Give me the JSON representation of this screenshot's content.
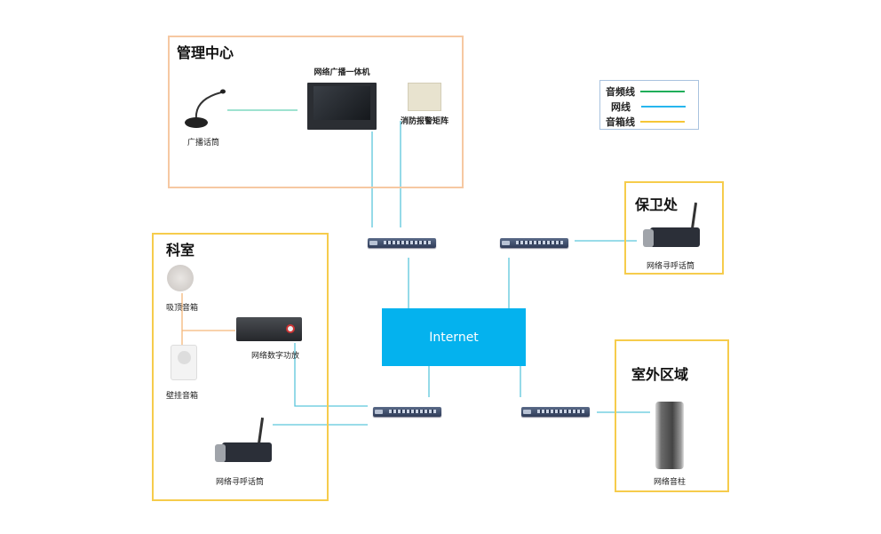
{
  "zones": {
    "management": {
      "title": "管理中心"
    },
    "department": {
      "title": "科室"
    },
    "security": {
      "title": "保卫处"
    },
    "outdoor": {
      "title": "室外区域"
    }
  },
  "devices": {
    "broadcast_mic": "广播话筒",
    "broadcast_host": "网络广播一体机",
    "fire_alarm_matrix": "消防报警矩阵",
    "ceiling_speaker": "吸顶音箱",
    "wall_speaker": "壁挂音箱",
    "digital_amplifier": "网络数字功放",
    "paging_mic_department": "网络寻呼话筒",
    "paging_mic_security": "网络寻呼话筒",
    "column_speaker": "网络音柱"
  },
  "internet": {
    "label": "Internet"
  },
  "legend": {
    "items": [
      {
        "label": "音频线",
        "color": "#1fae5a"
      },
      {
        "label": "网线",
        "color": "#27b6ee"
      },
      {
        "label": "音箱线",
        "color": "#f6c636"
      }
    ]
  },
  "colors": {
    "network_line": "#5cc6dc",
    "speaker_line": "#f5b77a",
    "audio_line": "#7fd8c0",
    "internet_fill": "#04b2ee"
  }
}
